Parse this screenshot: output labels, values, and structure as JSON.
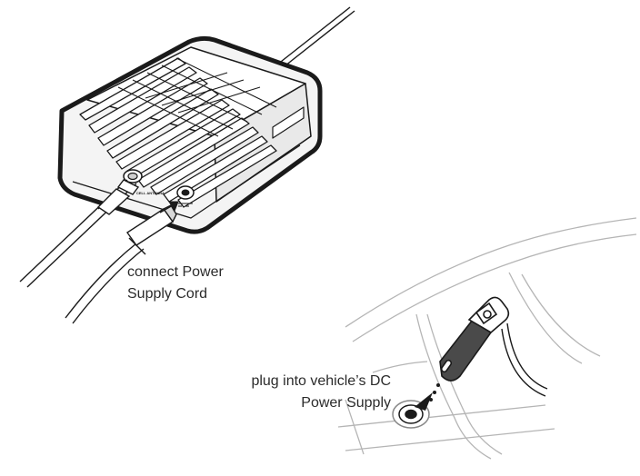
{
  "callouts": {
    "power_cord": {
      "line1": "connect Power",
      "line2": "Supply Cord"
    },
    "dc_supply": {
      "line1": "plug into vehicle’s DC",
      "line2": "Power Supply"
    }
  },
  "device_port_labels": {
    "antenna_port": "CELL ANTENNA"
  },
  "colors": {
    "line": "#1a1a1a",
    "light_line": "#b5b5b5",
    "device_fill": "#f4f4f4",
    "plug_fill": "#4a4a4a",
    "text": "#2b2b2b"
  }
}
